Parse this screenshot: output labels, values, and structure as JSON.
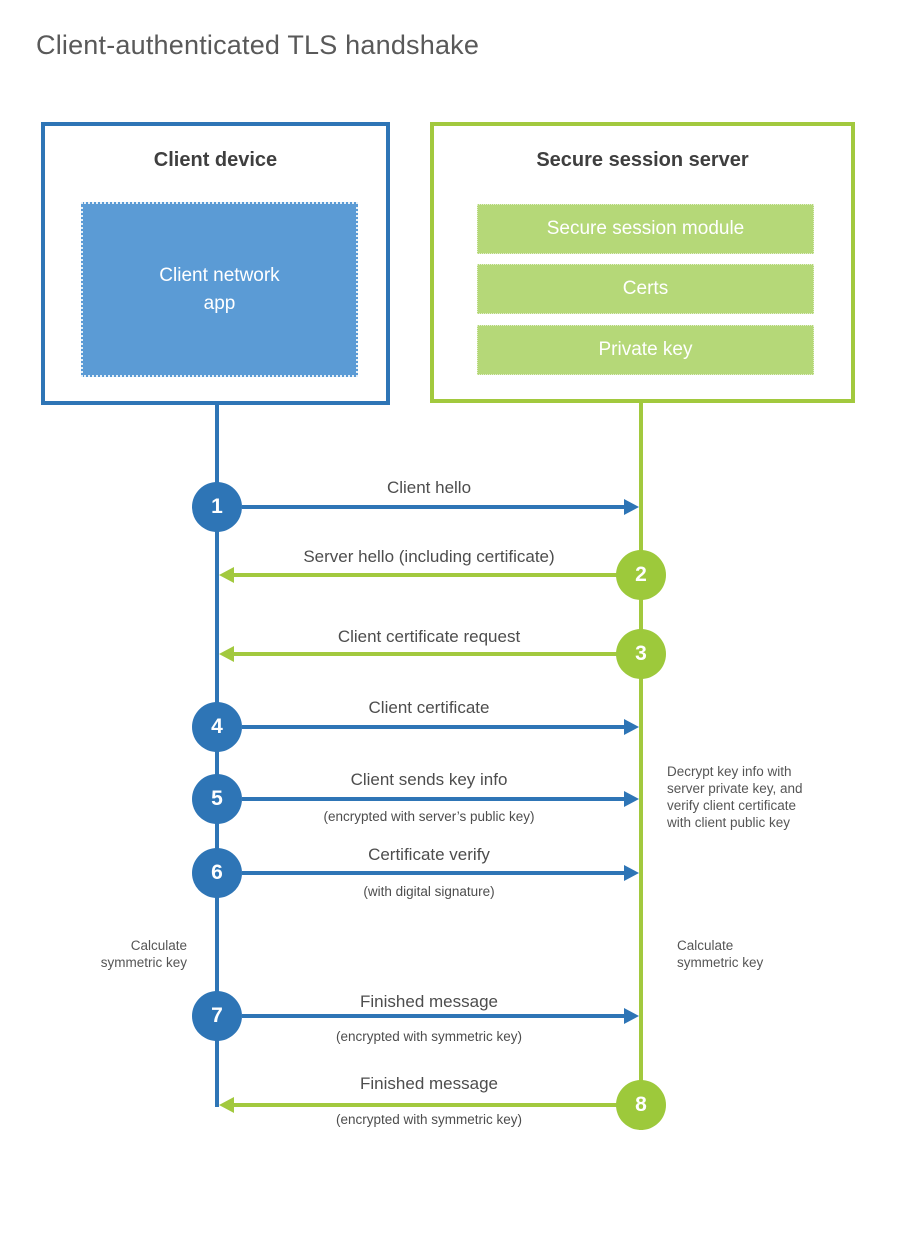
{
  "page": {
    "title": "Client-authenticated TLS handshake"
  },
  "colors": {
    "blue": "#2e75b6",
    "blue_light": "#5b9bd5",
    "green": "#a2c93e",
    "green_light": "#b5d878",
    "heading_text": "#3f3f3f",
    "label_text": "#4d4d4d"
  },
  "client_box": {
    "title": "Client device",
    "app_label": "Client network\napp"
  },
  "server_box": {
    "title": "Secure session server",
    "modules": [
      {
        "label": "Secure session module"
      },
      {
        "label": "Certs"
      },
      {
        "label": "Private key"
      }
    ]
  },
  "steps": [
    {
      "num": "1",
      "from": "client",
      "direction": "right",
      "label": "Client hello",
      "sublabel": ""
    },
    {
      "num": "2",
      "from": "server",
      "direction": "left",
      "label": "Server hello (including certificate)",
      "sublabel": ""
    },
    {
      "num": "3",
      "from": "server",
      "direction": "left",
      "label": "Client certificate request",
      "sublabel": ""
    },
    {
      "num": "4",
      "from": "client",
      "direction": "right",
      "label": "Client certificate",
      "sublabel": ""
    },
    {
      "num": "5",
      "from": "client",
      "direction": "right",
      "label": "Client sends key info",
      "sublabel": "(encrypted with server’s public key)"
    },
    {
      "num": "6",
      "from": "client",
      "direction": "right",
      "label": "Certificate verify",
      "sublabel": "(with digital signature)"
    },
    {
      "num": "7",
      "from": "client",
      "direction": "right",
      "label": "Finished message",
      "sublabel": "(encrypted with symmetric key)"
    },
    {
      "num": "8",
      "from": "server",
      "direction": "left",
      "label": "Finished message",
      "sublabel": "(encrypted with symmetric key)"
    }
  ],
  "notes": {
    "decrypt": "Decrypt key info with\nserver private key, and\nverify client certificate\nwith client public key",
    "calc_left": "Calculate\nsymmetric key",
    "calc_right": "Calculate\nsymmetric key"
  }
}
